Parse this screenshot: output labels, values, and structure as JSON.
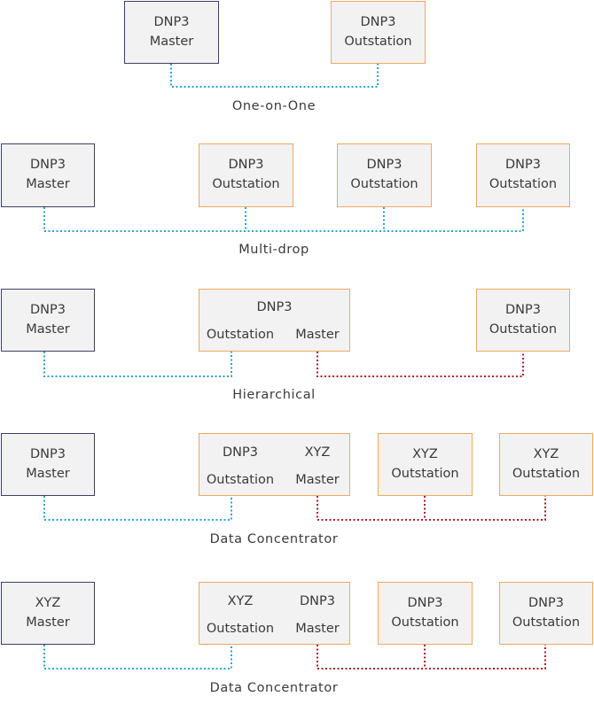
{
  "colors": {
    "master_border": "#3d3f66",
    "outstation_border": "#f0a860",
    "dnp3_link": "#2aa3c9",
    "xyz_link": "#a5202a"
  },
  "sections": [
    {
      "caption": "One-on-One",
      "nodes": [
        {
          "line1": "DNP3",
          "line2": "Master"
        },
        {
          "line1": "DNP3",
          "line2": "Outstation"
        }
      ]
    },
    {
      "caption": "Multi-drop",
      "nodes": [
        {
          "line1": "DNP3",
          "line2": "Master"
        },
        {
          "line1": "DNP3",
          "line2": "Outstation"
        },
        {
          "line1": "DNP3",
          "line2": "Outstation"
        },
        {
          "line1": "DNP3",
          "line2": "Outstation"
        }
      ]
    },
    {
      "caption": "Hierarchical",
      "nodes": [
        {
          "line1": "DNP3",
          "line2": "Master"
        },
        {
          "title": "DNP3",
          "left": "Outstation",
          "right": "Master"
        },
        {
          "line1": "DNP3",
          "line2": "Outstation"
        }
      ]
    },
    {
      "caption": "Data Concentrator",
      "nodes": [
        {
          "line1": "DNP3",
          "line2": "Master"
        },
        {
          "left_top": "DNP3",
          "left_bottom": "Outstation",
          "right_top": "XYZ",
          "right_bottom": "Master"
        },
        {
          "line1": "XYZ",
          "line2": "Outstation"
        },
        {
          "line1": "XYZ",
          "line2": "Outstation"
        }
      ]
    },
    {
      "caption": "Data Concentrator",
      "nodes": [
        {
          "line1": "XYZ",
          "line2": "Master"
        },
        {
          "left_top": "XYZ",
          "left_bottom": "Outstation",
          "right_top": "DNP3",
          "right_bottom": "Master"
        },
        {
          "line1": "DNP3",
          "line2": "Outstation"
        },
        {
          "line1": "DNP3",
          "line2": "Outstation"
        }
      ]
    }
  ]
}
